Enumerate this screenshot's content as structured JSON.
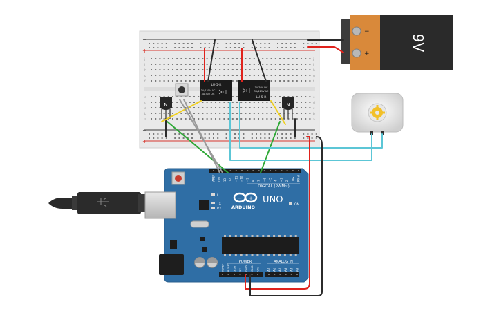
{
  "battery": {
    "label": "9V",
    "minus": "−",
    "plus": "+"
  },
  "relays": [
    {
      "top_text": "LU-5-R",
      "mid_text": "3A/125V AC",
      "bottom_text": "3A/30V DC"
    },
    {
      "top_text": "LU-5-R",
      "mid_text": "3A/125V AC",
      "bottom_text": "3A/30V DC"
    }
  ],
  "transistors": [
    {
      "label": "N"
    },
    {
      "label": "N"
    }
  ],
  "breadboard": {
    "rail_minus": "−",
    "rail_plus": "+",
    "row_letters_top": [
      "j",
      "i",
      "h",
      "g",
      "f"
    ],
    "row_letters_bottom": [
      "e",
      "d",
      "c",
      "b",
      "a"
    ]
  },
  "arduino": {
    "logo_text": "ARDUINO",
    "model": "UNO",
    "digital_label": "DIGITAL (PWM~)",
    "power_label": "POWER",
    "analog_label": "ANALOG IN",
    "on_label": "ON",
    "tx_label": "TX",
    "rx_label": "RX",
    "l_label": "L",
    "digital_pins": [
      "AREF",
      "GND",
      "13",
      "12",
      "~11",
      "~10",
      "~9",
      "8",
      "7",
      "~6",
      "~5",
      "4",
      "~3",
      "2",
      "TX▸1",
      "RX◂0"
    ],
    "power_pins": [
      "IOREF",
      "RESET",
      "3.3V",
      "5V",
      "GND",
      "GND",
      "Vin"
    ],
    "analog_pins": [
      "A0",
      "A1",
      "A2",
      "A3",
      "A4",
      "A5"
    ]
  },
  "colors": {
    "wire_red": "#e0221c",
    "wire_black": "#2b2b2b",
    "wire_green": "#2ea836",
    "wire_yellow": "#f0d020",
    "wire_cyan": "#5cc6d6",
    "wire_gray": "#9a9a9a",
    "board_blue": "#2f6ea5",
    "breadboard": "#e6e6e6",
    "battery_orange": "#d9893a",
    "battery_black": "#2a2a2a"
  }
}
